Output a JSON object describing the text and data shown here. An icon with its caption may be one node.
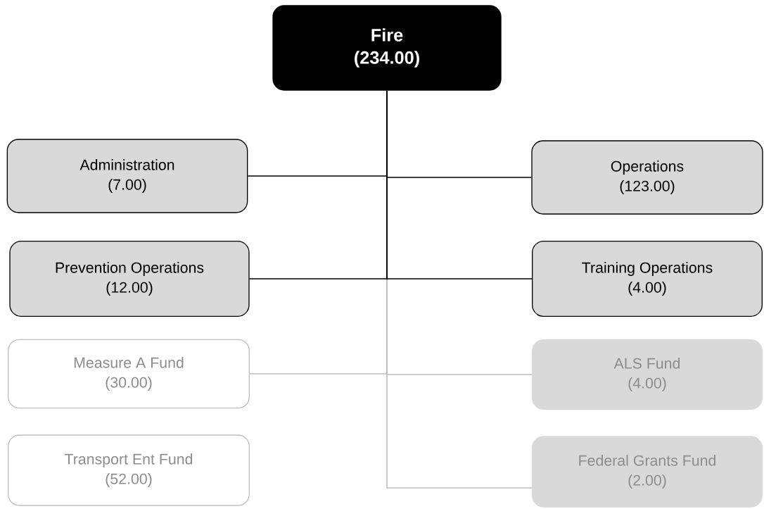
{
  "diagram": {
    "nodes": [
      {
        "text": [
          "Fire",
          "(234.00)"
        ]
      },
      {
        "text": [
          "Administration",
          "(7.00)"
        ]
      },
      {
        "text": [
          "Operations",
          "(123.00)"
        ]
      },
      {
        "text": [
          "Prevention Operations",
          "(12.00)"
        ]
      },
      {
        "text": [
          "Training Operations",
          "(4.00)"
        ]
      },
      {
        "text": [
          "Measure A Fund",
          "(30.00)"
        ]
      },
      {
        "text": [
          "ALS Fund",
          "(4.00)"
        ]
      },
      {
        "text": [
          "Transport Ent Fund",
          "(52.00)"
        ]
      },
      {
        "text": [
          "Federal Grants Fund",
          "(2.00)"
        ]
      }
    ],
    "edges": [
      {
        "from": 0,
        "to": 1,
        "arrow": "none"
      },
      {
        "from": 0,
        "to": 2,
        "arrow": "none"
      },
      {
        "from": 0,
        "to": 3,
        "arrow": "none"
      },
      {
        "from": 0,
        "to": 4,
        "arrow": "none"
      },
      {
        "from": 0,
        "to": 5,
        "arrow": "none",
        "color": "#bfbfbf"
      },
      {
        "from": 0,
        "to": 6,
        "arrow": "none",
        "color": "#bfbfbf"
      },
      {
        "from": 0,
        "to": 8,
        "arrow": "none",
        "color": "#bfbfbf"
      }
    ]
  }
}
